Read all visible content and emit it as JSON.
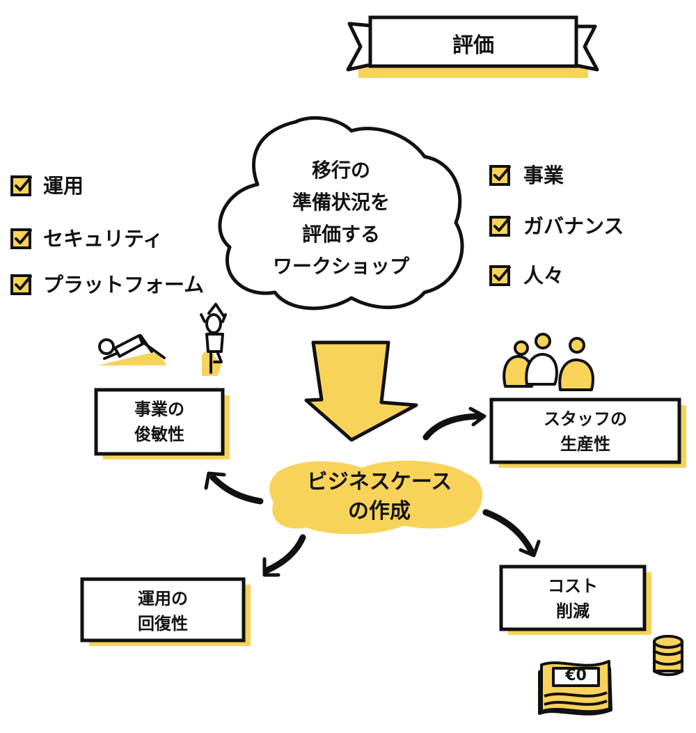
{
  "title": "評価",
  "center_cloud": {
    "line1": "移行の",
    "line2": "準備状況を",
    "line3": "評価する",
    "line4": "ワークショップ"
  },
  "left_checklist": [
    "運用",
    "セキュリティ",
    "プラットフォーム"
  ],
  "right_checklist": [
    "事業",
    "ガバナンス",
    "人々"
  ],
  "business_case": {
    "line1": "ビジネスケース",
    "line2": "の作成"
  },
  "outcomes": {
    "agility": {
      "line1": "事業の",
      "line2": "俊敏性"
    },
    "productivity": {
      "line1": "スタッフの",
      "line2": "生産性"
    },
    "resilience": {
      "line1": "運用の",
      "line2": "回復性"
    },
    "cost": {
      "line1": "コスト",
      "line2": "削減"
    }
  },
  "money_symbol": "€0",
  "colors": {
    "accent": "#f8d35a",
    "ink": "#111111",
    "paper": "#ffffff"
  }
}
